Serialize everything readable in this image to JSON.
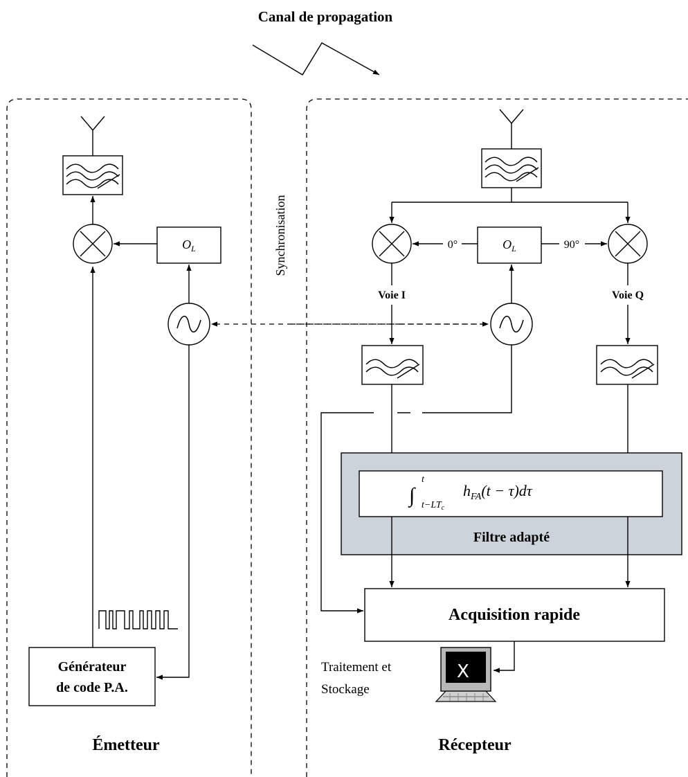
{
  "diagram": {
    "title": "Canal de propagation",
    "emitter_label": "Émetteur",
    "receiver_label": "Récepteur",
    "sync_label": "Synchronisation",
    "generator_line1": "Générateur",
    "generator_line2": "de code P.A.",
    "lo_label": "O",
    "lo_subscript": "L",
    "phase_0": "0°",
    "phase_90": "90°",
    "voie_i": "Voie I",
    "voie_q": "Voie Q",
    "matched_filter_formula": "∫_{t−LTc}^{t} h_FA(t − τ)dτ",
    "matched_filter_label": "Filtre adapté",
    "acquisition_label": "Acquisition rapide",
    "processing_line1": "Traitement et",
    "processing_line2": "Stockage",
    "computer_screen_glyph": "X"
  },
  "colors": {
    "matched_filter_fill": "#cdd3da",
    "line": "#000000",
    "background": "#ffffff"
  }
}
